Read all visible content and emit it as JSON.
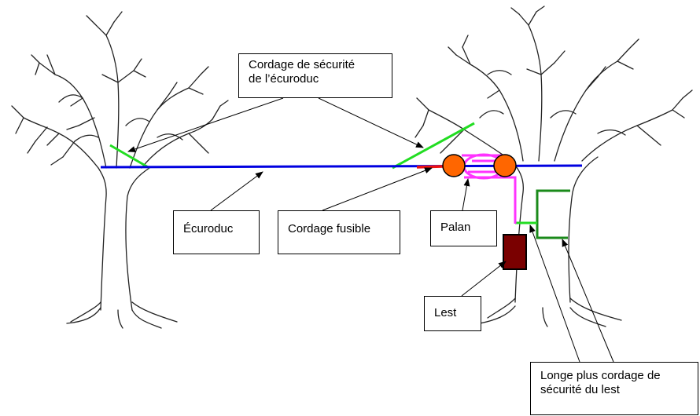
{
  "labels": {
    "securite_line1": "Cordage de sécurité",
    "securite_line2": "de l’écuroduc",
    "ecuroduc": "Écuroduc",
    "fusible": "Cordage fusible",
    "palan": "Palan",
    "lest": "Lest",
    "longe_line1": "Longe plus cordage de",
    "longe_line2": "sécurité du lest"
  },
  "colors": {
    "ecuroduc_line": "#0000e0",
    "safety_rope": "#22dd22",
    "fuse_rope": "#ee1111",
    "pulley": "#ff6600",
    "hoist_rope": "#ff33ff",
    "ballast": "#7a0000",
    "ballast_sling": "#1a8a1a",
    "tree_ink": "#222222"
  }
}
